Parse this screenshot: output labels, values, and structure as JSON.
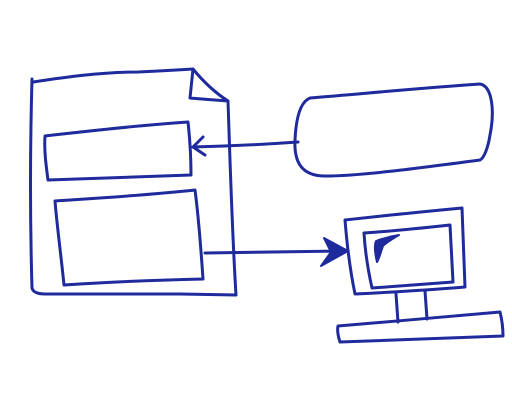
{
  "canvas": {
    "background": "#ffffff",
    "ink_color": "#1f2a9c"
  },
  "diagram": {
    "nodes": [
      {
        "id": "document",
        "shape": "page-with-folded-corner",
        "contains": [
          "document-header-box",
          "document-content-box"
        ]
      },
      {
        "id": "document-header-box",
        "shape": "rectangle"
      },
      {
        "id": "document-content-box",
        "shape": "rectangle"
      },
      {
        "id": "source-box",
        "shape": "rounded-rectangle"
      },
      {
        "id": "monitor",
        "shape": "computer-monitor",
        "contains": [
          "screen",
          "cursor-icon"
        ]
      }
    ],
    "edges": [
      {
        "from": "source-box",
        "to": "document-header-box",
        "arrow": "open-arrowhead"
      },
      {
        "from": "document-content-box",
        "to": "monitor",
        "arrow": "filled-arrowhead"
      }
    ]
  }
}
